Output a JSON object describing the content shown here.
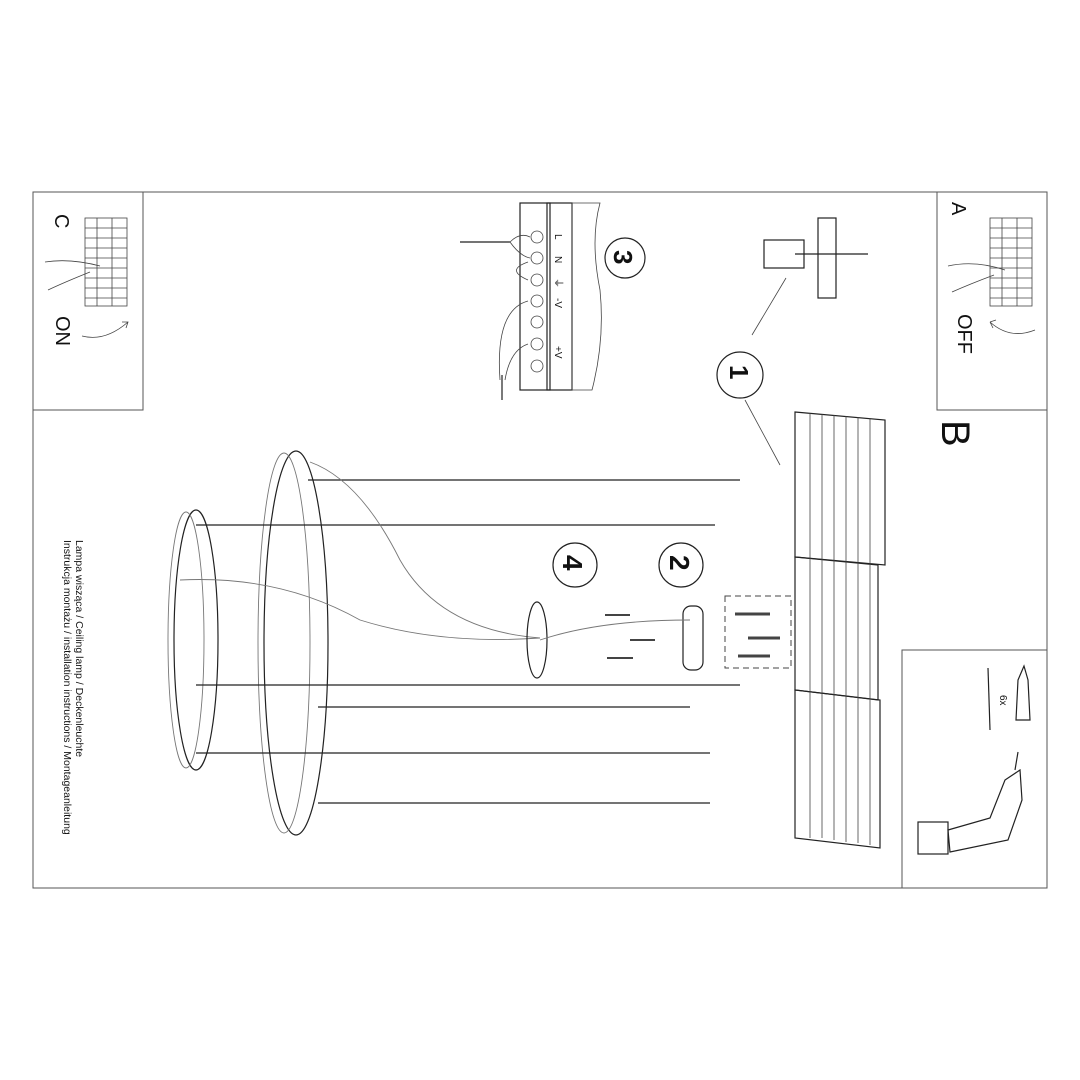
{
  "diagram": {
    "title_line1": "Instrukcja montażu / installation instructions / Montageanleitung",
    "title_line2": "Lampa wisząca / Ceiling lamp / Deckenleuchte",
    "panel_labels": {
      "a": "A",
      "b": "B",
      "c": "C"
    },
    "switch_states": {
      "a": "OFF",
      "c": "ON"
    },
    "steps": [
      "1",
      "2",
      "3",
      "4"
    ],
    "terminal_labels": [
      "L",
      "N",
      "⏚",
      "-V",
      "+V"
    ],
    "parts": {
      "quantity": "6x"
    }
  },
  "colors": {
    "line": "#222222",
    "frame": "#555555",
    "background": "#ffffff"
  }
}
